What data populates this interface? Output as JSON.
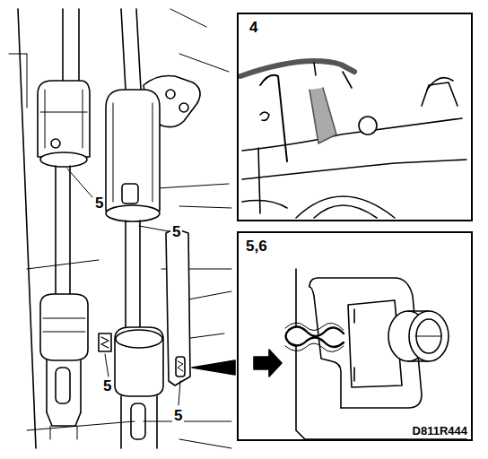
{
  "diagram": {
    "nodes": [
      {
        "text": [
          "4"
        ]
      },
      {
        "text": [
          "5,6",
          "D811R444"
        ]
      }
    ],
    "labels": [
      "5",
      "5",
      "5",
      "5"
    ]
  }
}
